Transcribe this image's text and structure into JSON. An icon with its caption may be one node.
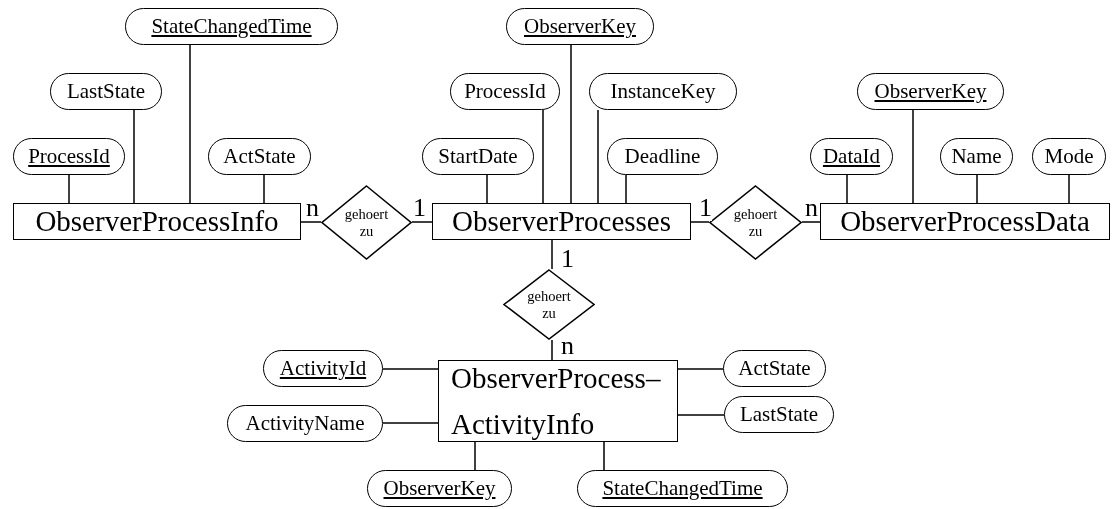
{
  "diagram": {
    "nodes": [
      {
        "text": [
          "StateChangedTime"
        ]
      },
      {
        "text": [
          "ObserverKey"
        ]
      },
      {
        "text": [
          "LastState"
        ]
      },
      {
        "text": [
          "ProcessId"
        ]
      },
      {
        "text": [
          "InstanceKey"
        ]
      },
      {
        "text": [
          "ObserverKey"
        ]
      },
      {
        "text": [
          "ProcessId"
        ]
      },
      {
        "text": [
          "ActState"
        ]
      },
      {
        "text": [
          "StartDate"
        ]
      },
      {
        "text": [
          "Deadline"
        ]
      },
      {
        "text": [
          "DataId"
        ]
      },
      {
        "text": [
          "Name"
        ]
      },
      {
        "text": [
          "Mode"
        ]
      },
      {
        "text": [
          "ObserverProcessInfo"
        ]
      },
      {
        "text": [
          "gehoert zu"
        ]
      },
      {
        "text": [
          "ObserverProcesses"
        ]
      },
      {
        "text": [
          "gehoert zu"
        ]
      },
      {
        "text": [
          "ObserverProcessData"
        ]
      },
      {
        "text": [
          "gehoert zu"
        ]
      },
      {
        "text": [
          "ActivityId"
        ]
      },
      {
        "text": [
          "ActState"
        ]
      },
      {
        "text": [
          "ObserverProcess– ActivityInfo"
        ]
      },
      {
        "text": [
          "ActivityName"
        ]
      },
      {
        "text": [
          "LastState"
        ]
      },
      {
        "text": [
          "ObserverKey"
        ]
      },
      {
        "text": [
          "StateChangedTime"
        ]
      }
    ],
    "edges": [
      {
        "from": 6,
        "to": 13,
        "arrow": "none"
      },
      {
        "from": 2,
        "to": 13,
        "arrow": "none"
      },
      {
        "from": 0,
        "to": 13,
        "arrow": "none"
      },
      {
        "from": 7,
        "to": 13,
        "arrow": "none"
      },
      {
        "from": 8,
        "to": 15,
        "arrow": "none"
      },
      {
        "from": 3,
        "to": 15,
        "arrow": "none"
      },
      {
        "from": 1,
        "to": 15,
        "arrow": "none"
      },
      {
        "from": 4,
        "to": 15,
        "arrow": "none"
      },
      {
        "from": 9,
        "to": 15,
        "arrow": "none"
      },
      {
        "from": 10,
        "to": 17,
        "arrow": "none"
      },
      {
        "from": 5,
        "to": 17,
        "arrow": "none"
      },
      {
        "from": 11,
        "to": 17,
        "arrow": "none"
      },
      {
        "from": 12,
        "to": 17,
        "arrow": "none"
      },
      {
        "from": 13,
        "to": 14,
        "arrow": "none",
        "label": "n"
      },
      {
        "from": 14,
        "to": 15,
        "arrow": "none",
        "label": "1"
      },
      {
        "from": 15,
        "to": 16,
        "arrow": "none",
        "label": "1"
      },
      {
        "from": 16,
        "to": 17,
        "arrow": "none",
        "label": "n"
      },
      {
        "from": 15,
        "to": 18,
        "arrow": "none",
        "label": "1"
      },
      {
        "from": 18,
        "to": 21,
        "arrow": "none",
        "label": "n"
      },
      {
        "from": 19,
        "to": 21,
        "arrow": "none"
      },
      {
        "from": 22,
        "to": 21,
        "arrow": "none"
      },
      {
        "from": 20,
        "to": 21,
        "arrow": "none"
      },
      {
        "from": 23,
        "to": 21,
        "arrow": "none"
      },
      {
        "from": 21,
        "to": 24,
        "arrow": "none"
      },
      {
        "from": 21,
        "to": 25,
        "arrow": "none"
      }
    ]
  }
}
